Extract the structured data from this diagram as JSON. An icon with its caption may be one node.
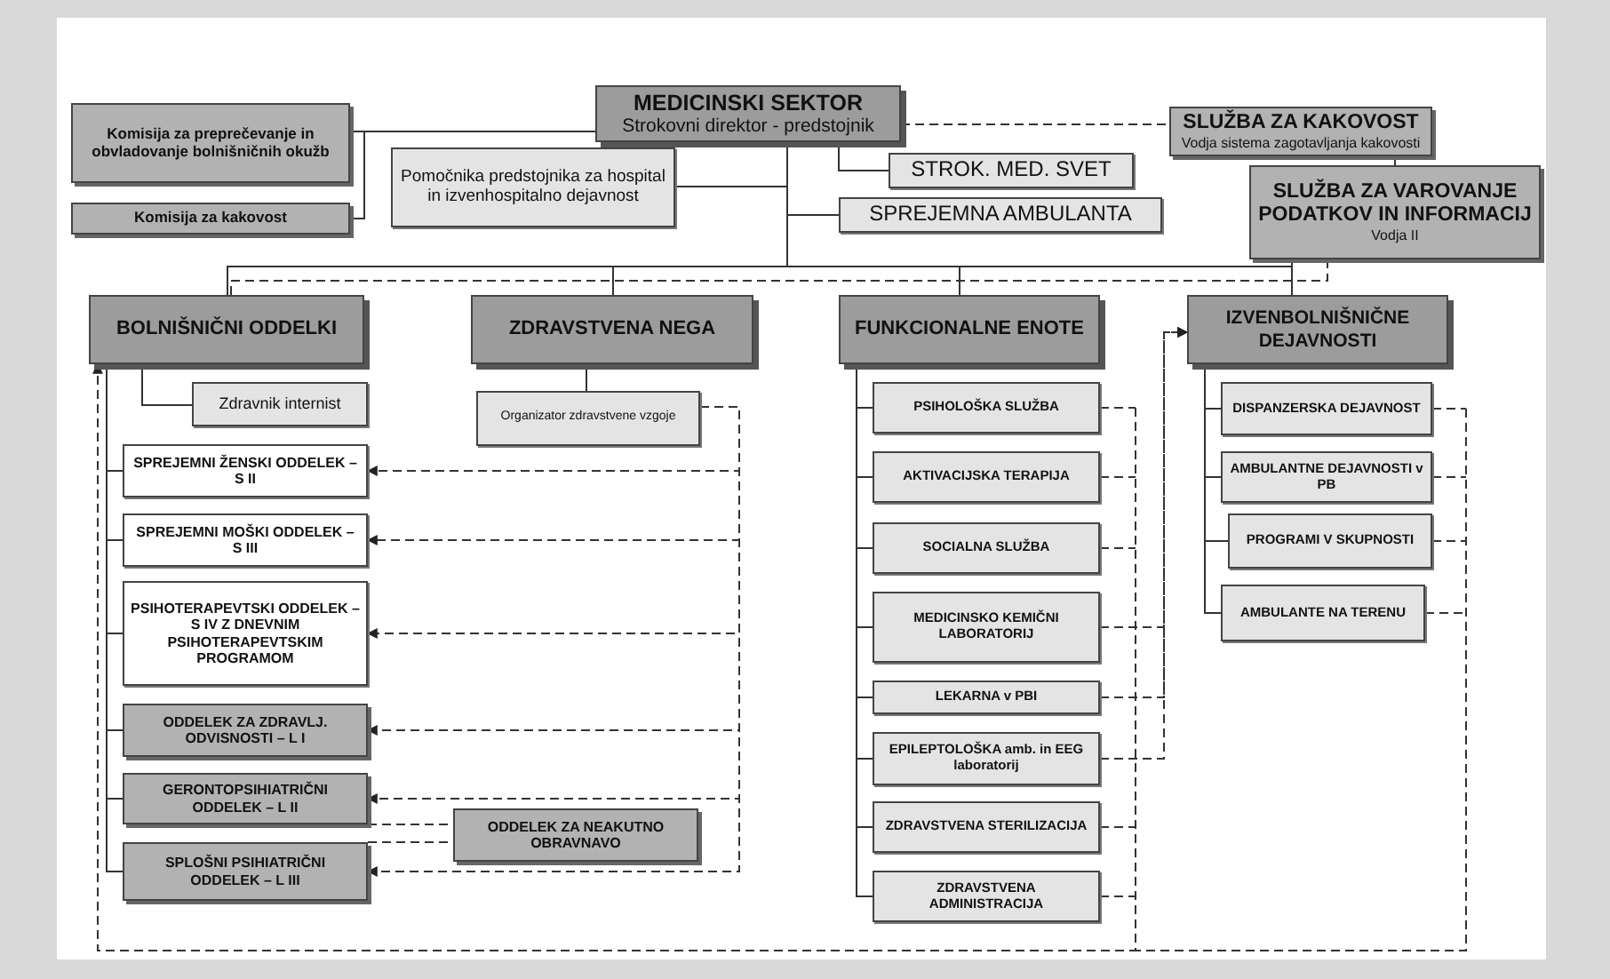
{
  "diagram": {
    "nodes": [
      {
        "text": [
          "MEDICINSKI SEKTOR",
          "Strokovni direktor - predstojnik"
        ]
      },
      {
        "text": [
          "Komisija za preprečevanje in obvladovanje bolnišničnih okužb"
        ]
      },
      {
        "text": [
          "Komisija za kakovost"
        ]
      },
      {
        "text": [
          "Pomočnika predstojnika za hospital in izvenhospitalno dejavnost"
        ]
      },
      {
        "text": [
          "STROK. MED. SVET"
        ]
      },
      {
        "text": [
          "SPREJEMNA AMBULANTA"
        ]
      },
      {
        "text": [
          "SLUŽBA ZA KAKOVOST",
          "Vodja sistema zagotavljanja kakovosti"
        ]
      },
      {
        "text": [
          "SLUŽBA ZA VAROVANJE PODATKOV IN INFORMACIJ",
          "Vodja II"
        ]
      },
      {
        "text": [
          "BOLNIŠNIČNI ODDELKI"
        ]
      },
      {
        "text": [
          "ZDRAVSTVENA NEGA"
        ]
      },
      {
        "text": [
          "FUNKCIONALNE ENOTE"
        ]
      },
      {
        "text": [
          "IZVENBOLNIŠNIČNE DEJAVNOSTI"
        ]
      },
      {
        "text": [
          "Zdravnik internist"
        ]
      },
      {
        "text": [
          "SPREJEMNI ŽENSKI ODDELEK – S II"
        ]
      },
      {
        "text": [
          "SPREJEMNI MOŠKI ODDELEK – S III"
        ]
      },
      {
        "text": [
          "PSIHOTERAPEVTSKI ODDELEK – S IV Z DNEVNIM PSIHOTERAPEVTSKIM PROGRAMOM"
        ]
      },
      {
        "text": [
          "ODDELEK ZA ZDRAVLJ. ODVISNOSTI – L I"
        ]
      },
      {
        "text": [
          "GERONTOPSIHIATRIČNI ODDELEK – L II"
        ]
      },
      {
        "text": [
          "SPLOŠNI PSIHIATRIČNI ODDELEK – L III"
        ]
      },
      {
        "text": [
          "Organizator zdravstvene vzgoje"
        ]
      },
      {
        "text": [
          "ODDELEK ZA NEAKUTNO OBRAVNAVO"
        ]
      },
      {
        "text": [
          "PSIHOLOŠKA SLUŽBA"
        ]
      },
      {
        "text": [
          "AKTIVACIJSKA TERAPIJA"
        ]
      },
      {
        "text": [
          "SOCIALNA SLUŽBA"
        ]
      },
      {
        "text": [
          "MEDICINSKO KEMIČNI LABORATORIJ"
        ]
      },
      {
        "text": [
          "LEKARNA v PBI"
        ]
      },
      {
        "text": [
          "EPILEPTOLOŠKA amb. in EEG laboratorij"
        ]
      },
      {
        "text": [
          "ZDRAVSTVENA STERILIZACIJA"
        ]
      },
      {
        "text": [
          "ZDRAVSTVENA ADMINISTRACIJA"
        ]
      },
      {
        "text": [
          "DISPANZERSKA DEJAVNOST"
        ]
      },
      {
        "text": [
          "AMBULANTNE DEJAVNOSTI v PB"
        ]
      },
      {
        "text": [
          "PROGRAMI V SKUPNOSTI"
        ]
      },
      {
        "text": [
          "AMBULANTE NA TERENU"
        ]
      }
    ],
    "edges": [
      {
        "from": 0,
        "to": 1,
        "arrow": "none"
      },
      {
        "from": 0,
        "to": 2,
        "arrow": "none"
      },
      {
        "from": 0,
        "to": 3,
        "arrow": "none"
      },
      {
        "from": 0,
        "to": 4,
        "arrow": "none"
      },
      {
        "from": 0,
        "to": 5,
        "arrow": "none"
      },
      {
        "from": 0,
        "to": 6,
        "arrow": "none",
        "style": "dashed"
      },
      {
        "from": 6,
        "to": 7,
        "arrow": "none",
        "style": "dashed"
      },
      {
        "from": 0,
        "to": 8,
        "arrow": "none"
      },
      {
        "from": 0,
        "to": 9,
        "arrow": "none"
      },
      {
        "from": 0,
        "to": 10,
        "arrow": "none"
      },
      {
        "from": 0,
        "to": 11,
        "arrow": "none"
      },
      {
        "from": 7,
        "to": 8,
        "arrow": "none",
        "style": "dashed"
      },
      {
        "from": 7,
        "to": 11,
        "arrow": "none"
      },
      {
        "from": 8,
        "to": 12,
        "arrow": "none"
      },
      {
        "from": 8,
        "to": 13,
        "arrow": "none"
      },
      {
        "from": 8,
        "to": 14,
        "arrow": "none"
      },
      {
        "from": 8,
        "to": 15,
        "arrow": "none"
      },
      {
        "from": 8,
        "to": 16,
        "arrow": "none"
      },
      {
        "from": 8,
        "to": 17,
        "arrow": "none"
      },
      {
        "from": 8,
        "to": 18,
        "arrow": "none"
      },
      {
        "from": 9,
        "to": 19,
        "arrow": "none"
      },
      {
        "from": 19,
        "to": 13,
        "arrow": "to",
        "style": "dashed"
      },
      {
        "from": 19,
        "to": 14,
        "arrow": "to",
        "style": "dashed"
      },
      {
        "from": 19,
        "to": 15,
        "arrow": "to",
        "style": "dashed"
      },
      {
        "from": 19,
        "to": 16,
        "arrow": "to",
        "style": "dashed"
      },
      {
        "from": 19,
        "to": 17,
        "arrow": "to",
        "style": "dashed"
      },
      {
        "from": 19,
        "to": 18,
        "arrow": "to",
        "style": "dashed"
      },
      {
        "from": 17,
        "to": 20,
        "arrow": "none",
        "style": "dashed"
      },
      {
        "from": 18,
        "to": 20,
        "arrow": "none",
        "style": "dashed"
      },
      {
        "from": 10,
        "to": 21,
        "arrow": "none"
      },
      {
        "from": 10,
        "to": 22,
        "arrow": "none"
      },
      {
        "from": 10,
        "to": 23,
        "arrow": "none"
      },
      {
        "from": 10,
        "to": 24,
        "arrow": "none"
      },
      {
        "from": 10,
        "to": 25,
        "arrow": "none"
      },
      {
        "from": 10,
        "to": 26,
        "arrow": "none"
      },
      {
        "from": 10,
        "to": 27,
        "arrow": "none"
      },
      {
        "from": 10,
        "to": 28,
        "arrow": "none"
      },
      {
        "from": 11,
        "to": 29,
        "arrow": "none"
      },
      {
        "from": 11,
        "to": 30,
        "arrow": "none"
      },
      {
        "from": 11,
        "to": 31,
        "arrow": "none"
      },
      {
        "from": 11,
        "to": 32,
        "arrow": "none"
      },
      {
        "from": 24,
        "to": 11,
        "arrow": "to",
        "style": "dashed"
      },
      {
        "from": 25,
        "to": 11,
        "arrow": "to",
        "style": "dashed"
      },
      {
        "from": 26,
        "to": 11,
        "arrow": "to",
        "style": "dashed"
      },
      {
        "from": 21,
        "to": 8,
        "arrow": "to",
        "style": "dashed"
      },
      {
        "from": 22,
        "to": 8,
        "arrow": "to",
        "style": "dashed"
      },
      {
        "from": 23,
        "to": 8,
        "arrow": "to",
        "style": "dashed"
      },
      {
        "from": 24,
        "to": 8,
        "arrow": "to",
        "style": "dashed"
      },
      {
        "from": 25,
        "to": 8,
        "arrow": "to",
        "style": "dashed"
      },
      {
        "from": 26,
        "to": 8,
        "arrow": "to",
        "style": "dashed"
      },
      {
        "from": 27,
        "to": 8,
        "arrow": "to",
        "style": "dashed"
      },
      {
        "from": 28,
        "to": 8,
        "arrow": "to",
        "style": "dashed"
      },
      {
        "from": 29,
        "to": 8,
        "arrow": "to",
        "style": "dashed"
      },
      {
        "from": 30,
        "to": 8,
        "arrow": "to",
        "style": "dashed"
      },
      {
        "from": 31,
        "to": 8,
        "arrow": "to",
        "style": "dashed"
      },
      {
        "from": 32,
        "to": 8,
        "arrow": "to",
        "style": "dashed"
      }
    ]
  }
}
